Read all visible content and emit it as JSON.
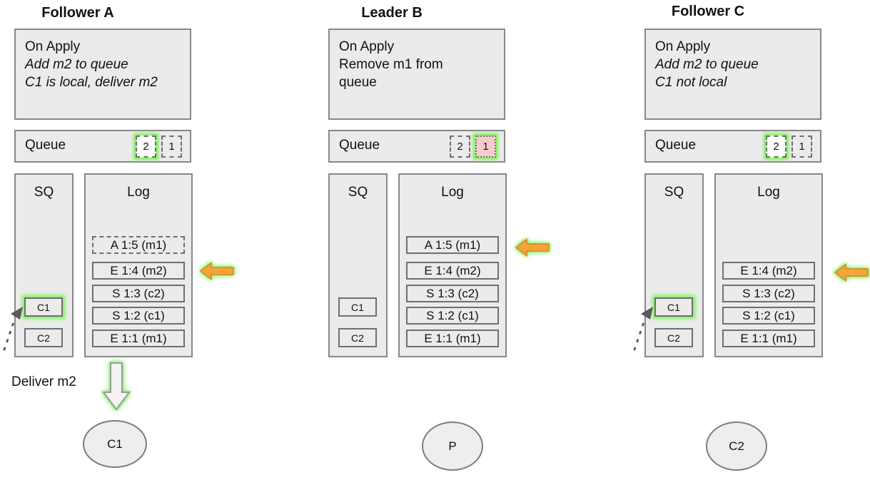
{
  "columns": [
    {
      "title": "Follower A",
      "on_apply": {
        "heading": "On Apply",
        "lines": [
          "Add m2 to queue",
          "C1 is local, deliver m2"
        ]
      },
      "queue": {
        "label": "Queue",
        "items": [
          "2",
          "1"
        ]
      },
      "sq": {
        "label": "SQ",
        "items": [
          "C1",
          "C2"
        ]
      },
      "log": {
        "label": "Log",
        "entries": [
          "A 1:5 (m1)",
          "E 1:4 (m2)",
          "S 1:3 (c2)",
          "S 1:2 (c1)",
          "E 1:1 (m1)"
        ]
      },
      "deliver_label": "Deliver m2",
      "client": "C1"
    },
    {
      "title": "Leader B",
      "on_apply": {
        "heading": "On Apply",
        "lines": [
          "Remove m1 from",
          "queue"
        ]
      },
      "queue": {
        "label": "Queue",
        "items": [
          "2",
          "1"
        ]
      },
      "sq": {
        "label": "SQ",
        "items": [
          "C1",
          "C2"
        ]
      },
      "log": {
        "label": "Log",
        "entries": [
          "A 1:5 (m1)",
          "E 1:4 (m2)",
          "S 1:3 (c2)",
          "S 1:2 (c1)",
          "E 1:1 (m1)"
        ]
      },
      "client": "P"
    },
    {
      "title": "Follower C",
      "on_apply": {
        "heading": "On Apply",
        "lines": [
          "Add m2 to queue",
          "C1 not local"
        ]
      },
      "queue": {
        "label": "Queue",
        "items": [
          "2",
          "1"
        ]
      },
      "sq": {
        "label": "SQ",
        "items": [
          "C1",
          "C2"
        ]
      },
      "log": {
        "label": "Log",
        "entries": [
          "E 1:4 (m2)",
          "S 1:3 (c2)",
          "S 1:2 (c1)",
          "E 1:1 (m1)"
        ]
      },
      "client": "C2"
    }
  ],
  "colors": {
    "highlight_glow": "#79F453",
    "removed_item_fill": "#F4CCCC",
    "pointer_arrow_fill": "#F6A33C",
    "panel_fill": "#EBEBEB",
    "panel_border": "#878787"
  },
  "icons": {
    "pointer_arrow": "left-block-arrow",
    "deliver_arrow": "down-block-arrow",
    "local_client_arrow": "dotted-up-right-arrow"
  }
}
